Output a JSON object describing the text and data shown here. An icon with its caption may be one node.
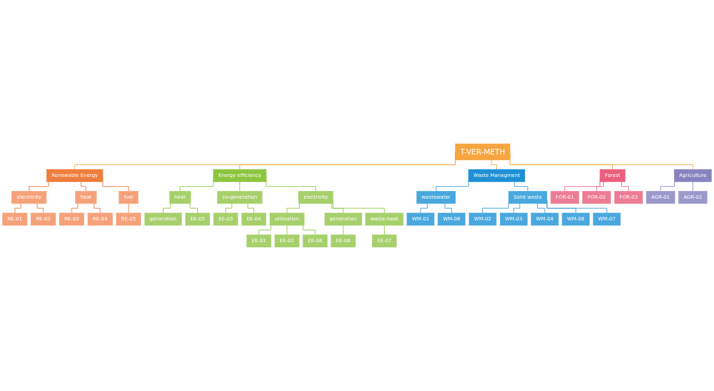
{
  "diagram": {
    "nodes": [
      {
        "text": [
          "T-VER-METH"
        ]
      },
      {
        "text": [
          "Renewable Energy"
        ]
      },
      {
        "text": [
          "Energy efficiency"
        ]
      },
      {
        "text": [
          "Waste Managment"
        ]
      },
      {
        "text": [
          "Forest"
        ]
      },
      {
        "text": [
          "Agriculture"
        ]
      },
      {
        "text": [
          "electricity"
        ]
      },
      {
        "text": [
          "heat"
        ]
      },
      {
        "text": [
          "fuel"
        ]
      },
      {
        "text": [
          "RE-01"
        ]
      },
      {
        "text": [
          "RE-02"
        ]
      },
      {
        "text": [
          "RE-03"
        ]
      },
      {
        "text": [
          "RE-04"
        ]
      },
      {
        "text": [
          "RE-05"
        ]
      },
      {
        "text": [
          "electricity"
        ]
      },
      {
        "text": [
          "heat"
        ]
      },
      {
        "text": [
          "co-generation"
        ]
      },
      {
        "text": [
          "generation"
        ]
      },
      {
        "text": [
          "EE-05"
        ]
      },
      {
        "text": [
          "EE-03"
        ]
      },
      {
        "text": [
          "EE-04"
        ]
      },
      {
        "text": [
          "utilization"
        ]
      },
      {
        "text": [
          "generation"
        ]
      },
      {
        "text": [
          "waste-heat"
        ]
      },
      {
        "text": [
          "EE-01"
        ]
      },
      {
        "text": [
          "EE-02"
        ]
      },
      {
        "text": [
          "EE-08"
        ]
      },
      {
        "text": [
          "EE-06"
        ]
      },
      {
        "text": [
          "EE-07"
        ]
      },
      {
        "text": [
          "wastewater"
        ]
      },
      {
        "text": [
          "Solid waste"
        ]
      },
      {
        "text": [
          "WM-01"
        ]
      },
      {
        "text": [
          "WM-08"
        ]
      },
      {
        "text": [
          "WM-02"
        ]
      },
      {
        "text": [
          "WM-03"
        ]
      },
      {
        "text": [
          "WM-04"
        ]
      },
      {
        "text": [
          "WM-06"
        ]
      },
      {
        "text": [
          "WM-07"
        ]
      },
      {
        "text": [
          "FOR-01"
        ]
      },
      {
        "text": [
          "FOR-02"
        ]
      },
      {
        "text": [
          "FOR-03"
        ]
      },
      {
        "text": [
          "AGR-01"
        ]
      },
      {
        "text": [
          "AGR-02"
        ]
      }
    ],
    "edges": [
      {
        "from": 0,
        "to": 1,
        "arrow": "none",
        "color": "#f5a742"
      },
      {
        "from": 0,
        "to": 2,
        "arrow": "none",
        "color": "#f5a742"
      },
      {
        "from": 0,
        "to": 3,
        "arrow": "none",
        "color": "#f5a742"
      },
      {
        "from": 0,
        "to": 4,
        "arrow": "none",
        "color": "#f5a742"
      },
      {
        "from": 0,
        "to": 5,
        "arrow": "none",
        "color": "#f5a742"
      },
      {
        "from": 1,
        "to": 6,
        "arrow": "none",
        "color": "#e8743b"
      },
      {
        "from": 1,
        "to": 7,
        "arrow": "none",
        "color": "#e8743b"
      },
      {
        "from": 1,
        "to": 8,
        "arrow": "none",
        "color": "#e8743b"
      },
      {
        "from": 6,
        "to": 9,
        "arrow": "none",
        "color": "#e8743b"
      },
      {
        "from": 6,
        "to": 10,
        "arrow": "none",
        "color": "#e8743b"
      },
      {
        "from": 7,
        "to": 11,
        "arrow": "none",
        "color": "#e8743b"
      },
      {
        "from": 7,
        "to": 12,
        "arrow": "none",
        "color": "#e8743b"
      },
      {
        "from": 8,
        "to": 13,
        "arrow": "none",
        "color": "#e8743b"
      },
      {
        "from": 2,
        "to": 14,
        "arrow": "none"
      },
      {
        "from": 2,
        "to": 15,
        "arrow": "none"
      },
      {
        "from": 2,
        "to": 16,
        "arrow": "none"
      },
      {
        "from": 15,
        "to": 17,
        "arrow": "none"
      },
      {
        "from": 15,
        "to": 18,
        "arrow": "none"
      },
      {
        "from": 16,
        "to": 19,
        "arrow": "none"
      },
      {
        "from": 16,
        "to": 20,
        "arrow": "none"
      },
      {
        "from": 14,
        "to": 21,
        "arrow": "none"
      },
      {
        "from": 14,
        "to": 22,
        "arrow": "none"
      },
      {
        "from": 14,
        "to": 23,
        "arrow": "none"
      },
      {
        "from": 21,
        "to": 24,
        "arrow": "none"
      },
      {
        "from": 21,
        "to": 25,
        "arrow": "none"
      },
      {
        "from": 21,
        "to": 26,
        "arrow": "none"
      },
      {
        "from": 22,
        "to": 27,
        "arrow": "none"
      },
      {
        "from": 23,
        "to": 28,
        "arrow": "none"
      },
      {
        "from": 3,
        "to": 29,
        "arrow": "none",
        "color": "#3a9ad9"
      },
      {
        "from": 3,
        "to": 30,
        "arrow": "none",
        "color": "#3a9ad9"
      },
      {
        "from": 29,
        "to": 31,
        "arrow": "none",
        "color": "#3a9ad9"
      },
      {
        "from": 29,
        "to": 32,
        "arrow": "none",
        "color": "#3a9ad9"
      },
      {
        "from": 30,
        "to": 33,
        "arrow": "none",
        "color": "#3a9ad9"
      },
      {
        "from": 30,
        "to": 34,
        "arrow": "none",
        "color": "#3a9ad9"
      },
      {
        "from": 30,
        "to": 35,
        "arrow": "none",
        "color": "#3a9ad9"
      },
      {
        "from": 30,
        "to": 36,
        "arrow": "none",
        "color": "#3a9ad9"
      },
      {
        "from": 30,
        "to": 37,
        "arrow": "none",
        "color": "#3a9ad9"
      },
      {
        "from": 4,
        "to": 38,
        "arrow": "none",
        "color": "#e8607f"
      },
      {
        "from": 4,
        "to": 39,
        "arrow": "none",
        "color": "#e8607f"
      },
      {
        "from": 4,
        "to": 40,
        "arrow": "none",
        "color": "#e8607f"
      },
      {
        "from": 5,
        "to": 41,
        "arrow": "none",
        "color": "#8a86c2"
      },
      {
        "from": 5,
        "to": 42,
        "arrow": "none",
        "color": "#8a86c2"
      }
    ]
  }
}
